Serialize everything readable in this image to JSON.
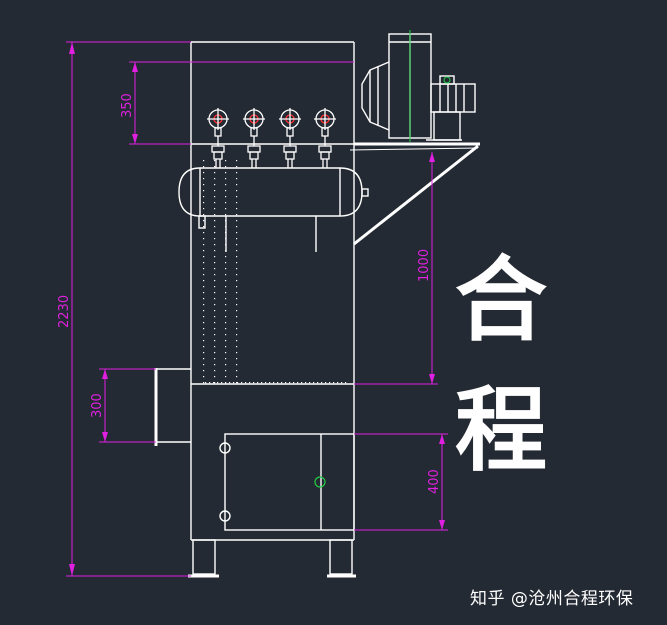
{
  "drawing": {
    "colors": {
      "background": "#242a33",
      "outline": "#ffffff",
      "dimension": "#e020e0",
      "accent_green": "#22cc44",
      "valve_red": "#ff3030"
    },
    "dimensions": {
      "total_height": "2230",
      "top_section": "350",
      "hopper_section": "1000",
      "inlet": "300",
      "door": "400"
    },
    "title_chars": [
      "合",
      "程"
    ],
    "watermark": "知乎 @沧州合程环保"
  }
}
